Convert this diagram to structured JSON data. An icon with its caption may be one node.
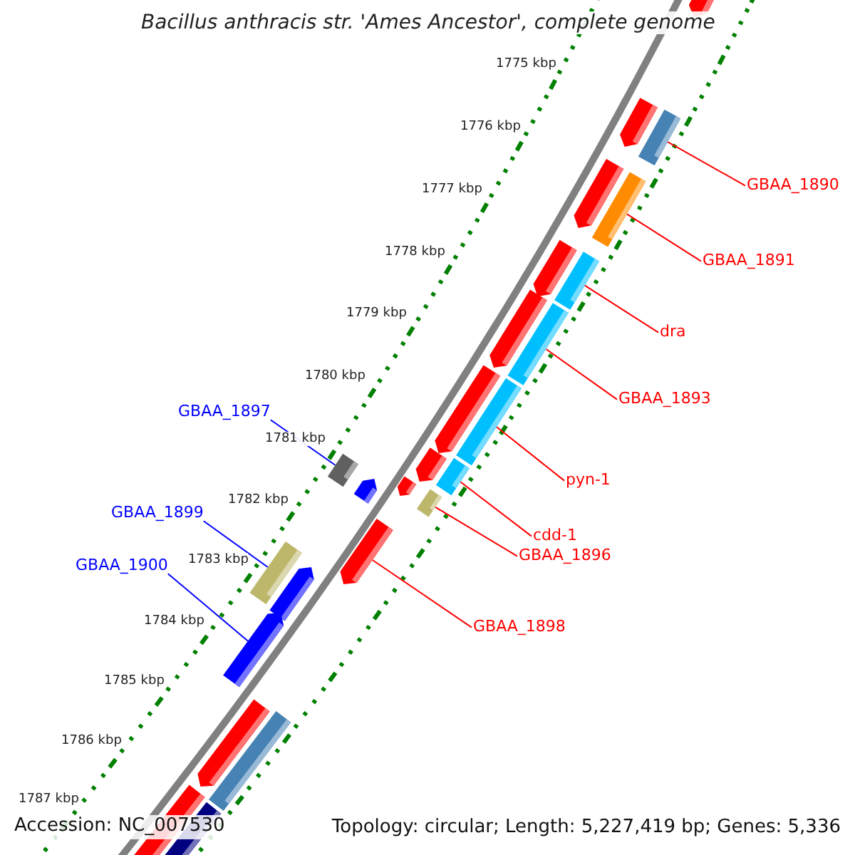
{
  "diagram": {
    "title": "Bacillus anthracis str. 'Ames Ancestor', complete genome",
    "nodes": [
      {
        "text": [
          "GBAA_1890"
        ]
      },
      {
        "text": [
          "GBAA_1891"
        ]
      },
      {
        "text": [
          "dra"
        ]
      },
      {
        "text": [
          "GBAA_1893"
        ]
      },
      {
        "text": [
          "pyn-1"
        ]
      },
      {
        "text": [
          "cdd-1"
        ]
      },
      {
        "text": [
          "GBAA_1896"
        ]
      },
      {
        "text": [
          "GBAA_1898"
        ]
      },
      {
        "text": [
          "GBAA_1897"
        ]
      },
      {
        "text": [
          "GBAA_1899"
        ]
      },
      {
        "text": [
          "GBAA_1900"
        ]
      },
      {
        "text": [],
        "shape": "bar"
      },
      {
        "text": [],
        "shape": "bar"
      },
      {
        "text": [],
        "shape": "bar"
      },
      {
        "text": [],
        "shape": "bar"
      },
      {
        "text": [],
        "shape": "bar"
      },
      {
        "text": [],
        "shape": "bar"
      },
      {
        "text": [],
        "shape": "bar"
      },
      {
        "text": [],
        "shape": "arrow"
      },
      {
        "text": [],
        "shape": "bar"
      },
      {
        "text": [],
        "shape": "bar"
      },
      {
        "text": [],
        "shape": "arrow"
      }
    ],
    "edges": [
      {
        "from": 0,
        "to": 11,
        "arrow": "none"
      },
      {
        "from": 1,
        "to": 12,
        "arrow": "none"
      },
      {
        "from": 2,
        "to": 13,
        "arrow": "none"
      },
      {
        "from": 3,
        "to": 14,
        "arrow": "none"
      },
      {
        "from": 4,
        "to": 15,
        "arrow": "none"
      },
      {
        "from": 5,
        "to": 16,
        "arrow": "none"
      },
      {
        "from": 6,
        "to": 17,
        "arrow": "none"
      },
      {
        "from": 7,
        "to": 18,
        "arrow": "none"
      },
      {
        "from": 8,
        "to": 19,
        "arrow": "none",
        "color": "#0000ff"
      },
      {
        "from": 9,
        "to": 20,
        "arrow": "none",
        "color": "#0000ff"
      },
      {
        "from": 10,
        "to": 21,
        "arrow": "none",
        "color": "#0000ff"
      }
    ],
    "labels": [
      "1775 kbp",
      "1776 kbp",
      "1777 kbp",
      "1778 kbp",
      "1779 kbp",
      "1780 kbp",
      "1781 kbp",
      "1782 kbp",
      "1783 kbp",
      "1784 kbp",
      "1785 kbp",
      "1786 kbp",
      "1787 kbp",
      "Accession: NC_007530",
      "Topology: circular; Length: 5,227,419 bp; Genes: 5,336"
    ]
  }
}
